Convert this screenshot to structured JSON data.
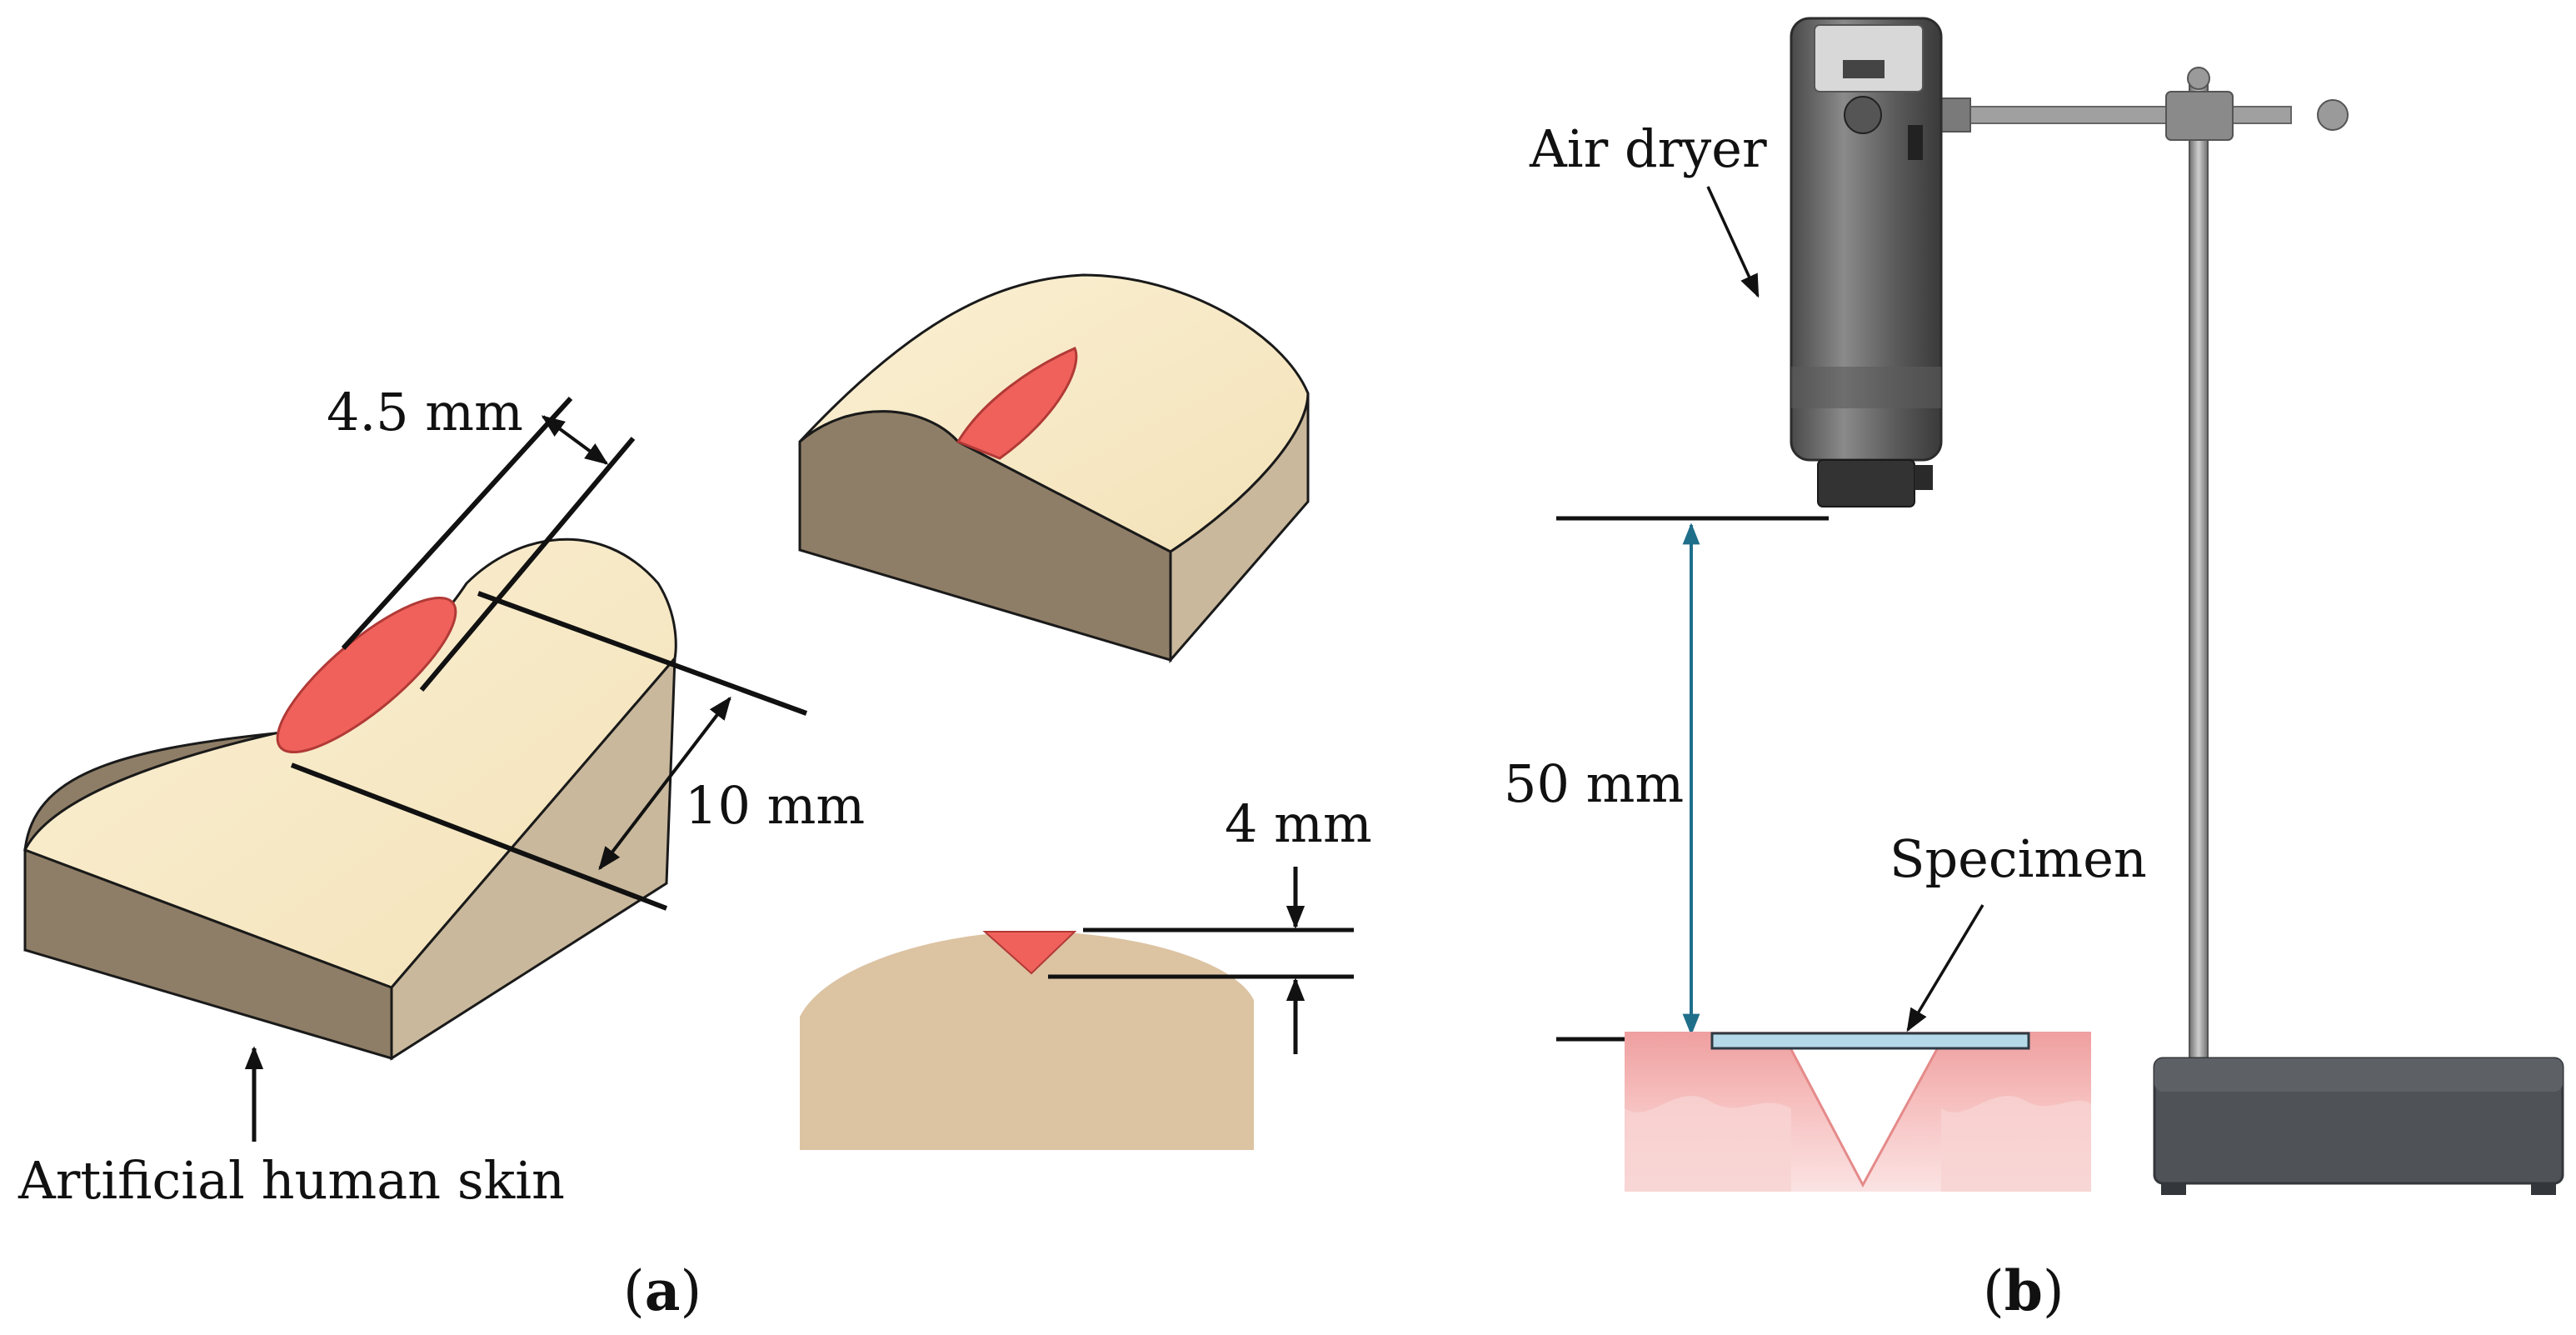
{
  "panel_a": {
    "dim_width": "4.5 mm",
    "dim_length": "10 mm",
    "dim_depth": "4 mm",
    "skin_label": "Artificial human skin",
    "caption_open": "(",
    "caption_letter": "a",
    "caption_close": ")"
  },
  "panel_b": {
    "dryer_label": "Air dryer",
    "distance_label": "50 mm",
    "specimen_label": "Specimen",
    "caption_open": "(",
    "caption_letter": "b",
    "caption_close": ")"
  },
  "colors": {
    "skin_top": "#f7e9c6",
    "skin_side": "#8f7e67",
    "wound": "#f0615c",
    "dimension_arrow": "#1f6f8b",
    "tissue": "#f0a3a3"
  }
}
